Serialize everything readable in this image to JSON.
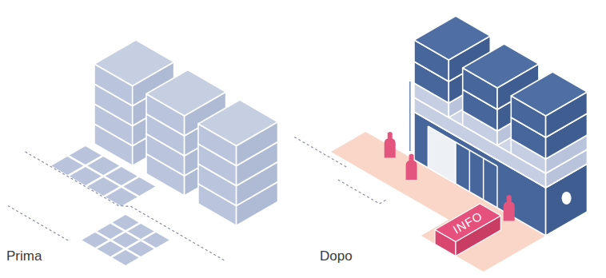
{
  "diagram": {
    "nodes": [
      {
        "text": [
          "INFO"
        ]
      }
    ],
    "labels": [
      "Prima",
      "Dopo"
    ]
  }
}
